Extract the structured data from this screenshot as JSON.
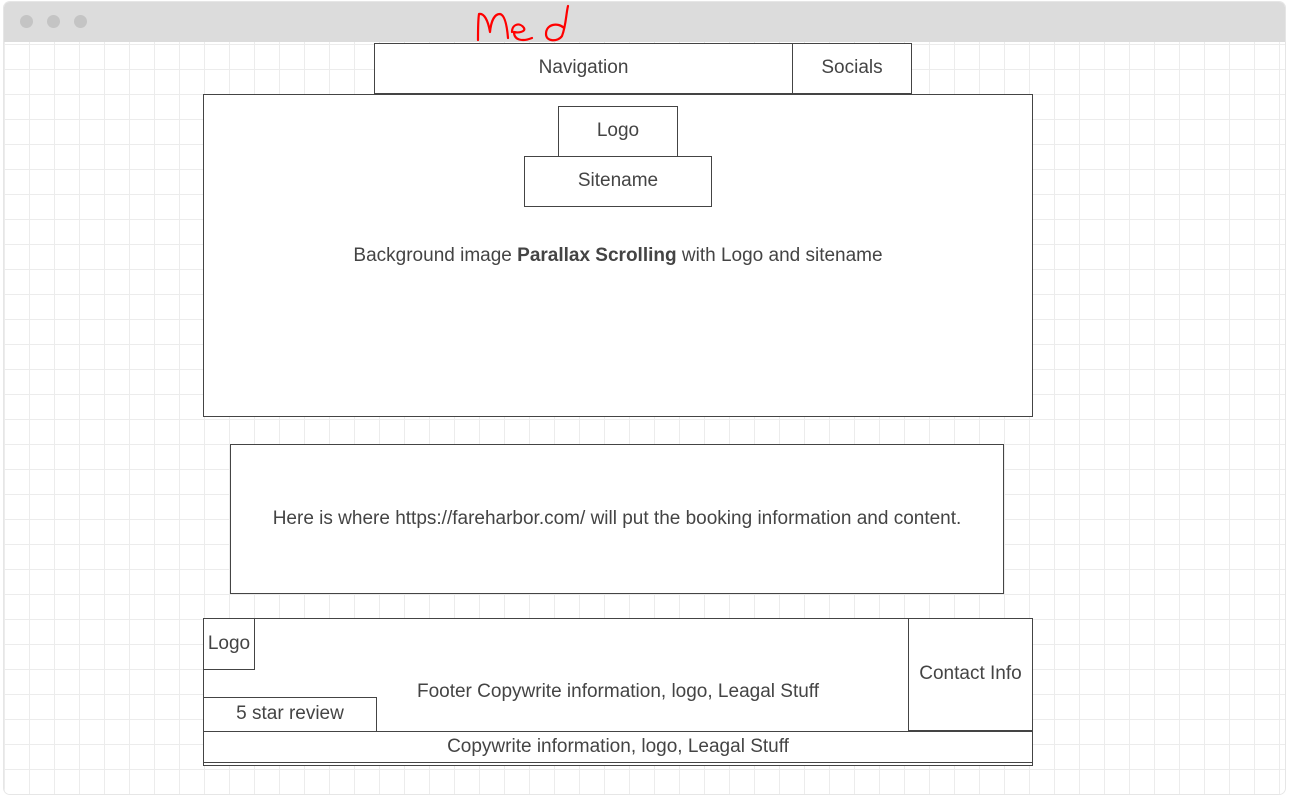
{
  "annotation": "med",
  "nav": {
    "navigation": "Navigation",
    "socials": "Socials"
  },
  "hero": {
    "logo": "Logo",
    "sitename": "Sitename",
    "caption_prefix": "Background image",
    "caption_bold": "Parallax Scrolling",
    "caption_suffix": "with Logo and sitename"
  },
  "booking": {
    "text": "Here is where https://fareharbor.com/ will put the booking information and content."
  },
  "footer": {
    "logo": "Logo",
    "review": "5 star review",
    "copy_main": "Footer Copywrite information, logo, Leagal Stuff",
    "contact": "Contact Info",
    "copy_bottom": "Copywrite information, logo, Leagal Stuff"
  },
  "colors": {
    "stroke": "#444444",
    "annotation": "#ff0000",
    "grid": "#ececec",
    "titlebar": "#dcdcdc"
  }
}
